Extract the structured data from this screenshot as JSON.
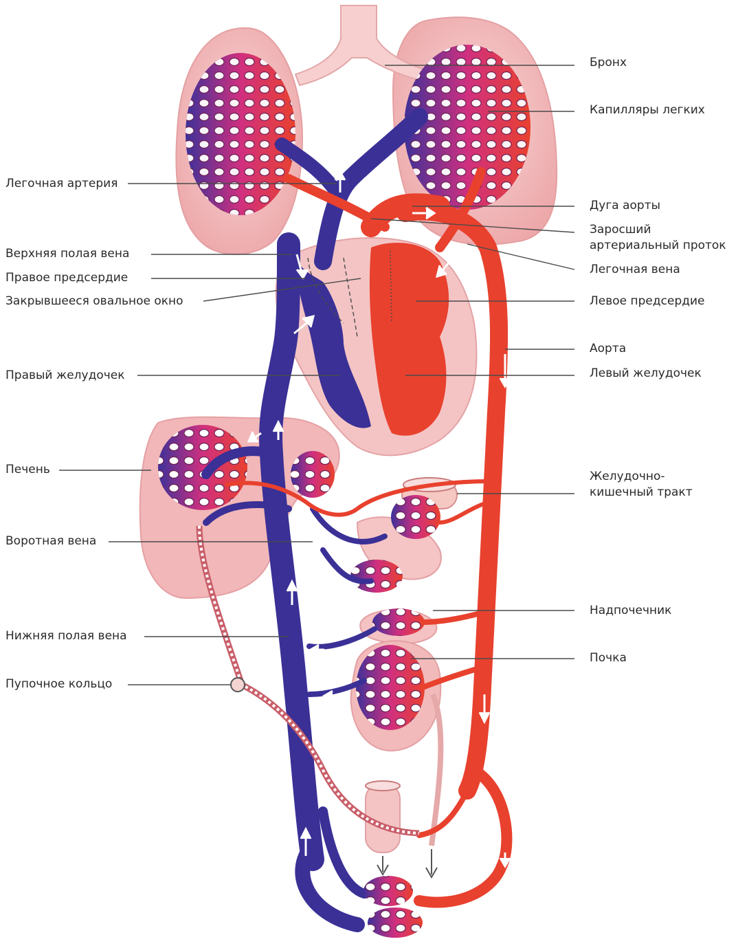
{
  "labels_left": [
    {
      "id": "pulmonary-artery",
      "text": "Легочная артерия"
    },
    {
      "id": "superior-vena-cava",
      "text": "Верхняя полая вена"
    },
    {
      "id": "right-atrium",
      "text": "Правое предсердие"
    },
    {
      "id": "closed-oval-window",
      "text": "Закрывшееся овальное окно"
    },
    {
      "id": "right-ventricle",
      "text": "Правый желудочек"
    },
    {
      "id": "liver",
      "text": "Печень"
    },
    {
      "id": "portal-vein",
      "text": "Воротная вена"
    },
    {
      "id": "inferior-vena-cava",
      "text": "Нижняя полая вена"
    },
    {
      "id": "umbilical-ring",
      "text": "Пупочное кольцо"
    }
  ],
  "labels_right": [
    {
      "id": "bronchus",
      "text": "Бронх"
    },
    {
      "id": "lung-capillaries",
      "text": "Капилляры легких"
    },
    {
      "id": "aortic-arch",
      "text": "Дуга аорты"
    },
    {
      "id": "closed-ductus-line1",
      "text": "Заросший"
    },
    {
      "id": "closed-ductus-line2",
      "text": "артериальный проток"
    },
    {
      "id": "pulmonary-vein",
      "text": "Легочная вена"
    },
    {
      "id": "left-atrium",
      "text": "Левое предсердие"
    },
    {
      "id": "aorta",
      "text": "Аорта"
    },
    {
      "id": "left-ventricle",
      "text": "Левый желудочек"
    },
    {
      "id": "gi-tract-line1",
      "text": "Желудочно-"
    },
    {
      "id": "gi-tract-line2",
      "text": "кишечный тракт"
    },
    {
      "id": "adrenal-gland",
      "text": "Надпочечник"
    },
    {
      "id": "kidney",
      "text": "Почка"
    }
  ],
  "colors": {
    "arterial": "#e8412e",
    "venous": "#3a3096",
    "capillary": "#c8287a",
    "organ_fill": "#f6c2c0",
    "organ_edge": "#e9a3a4",
    "leader_line": "#4a4a4a"
  }
}
